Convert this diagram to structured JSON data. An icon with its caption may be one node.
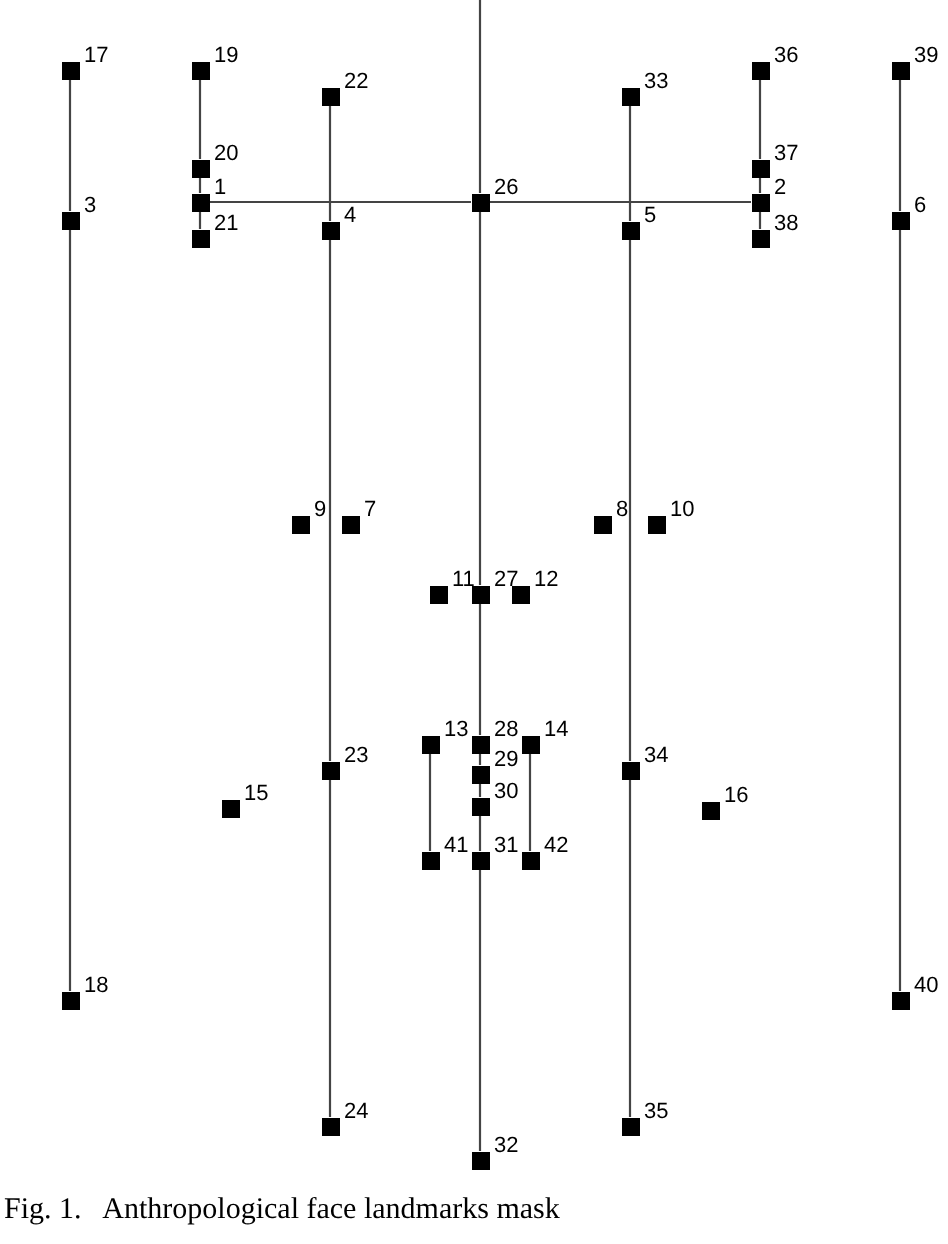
{
  "diagram": {
    "caption": "Fig. 1.   Anthropological face landmarks mask",
    "nodes": [
      {
        "text": [],
        "shape": "box",
        "beside": [
          "1"
        ]
      },
      {
        "text": [],
        "shape": "box",
        "beside": [
          "2"
        ]
      },
      {
        "text": [],
        "shape": "box",
        "beside": [
          "3"
        ]
      },
      {
        "text": [],
        "shape": "box",
        "beside": [
          "4"
        ]
      },
      {
        "text": [],
        "shape": "box",
        "beside": [
          "5"
        ]
      },
      {
        "text": [],
        "shape": "box",
        "beside": [
          "6"
        ]
      },
      {
        "text": [],
        "shape": "box",
        "beside": [
          "7"
        ]
      },
      {
        "text": [],
        "shape": "box",
        "beside": [
          "8"
        ]
      },
      {
        "text": [],
        "shape": "box",
        "beside": [
          "9"
        ]
      },
      {
        "text": [],
        "shape": "box",
        "beside": [
          "10"
        ]
      },
      {
        "text": [],
        "shape": "box",
        "beside": [
          "11"
        ]
      },
      {
        "text": [],
        "shape": "box",
        "beside": [
          "12"
        ]
      },
      {
        "text": [],
        "shape": "box",
        "beside": [
          "13"
        ]
      },
      {
        "text": [],
        "shape": "box",
        "beside": [
          "14"
        ]
      },
      {
        "text": [],
        "shape": "box",
        "beside": [
          "15"
        ]
      },
      {
        "text": [],
        "shape": "box",
        "beside": [
          "16"
        ]
      },
      {
        "text": [],
        "shape": "box",
        "beside": [
          "17"
        ]
      },
      {
        "text": [],
        "shape": "box",
        "beside": [
          "18"
        ]
      },
      {
        "text": [],
        "shape": "box",
        "beside": [
          "19"
        ]
      },
      {
        "text": [],
        "shape": "box",
        "beside": [
          "20"
        ]
      },
      {
        "text": [],
        "shape": "box",
        "beside": [
          "21"
        ]
      },
      {
        "text": [],
        "shape": "box",
        "beside": [
          "22"
        ]
      },
      {
        "text": [],
        "shape": "box",
        "beside": [
          "23"
        ]
      },
      {
        "text": [],
        "shape": "box",
        "beside": [
          "24"
        ]
      },
      {
        "text": [],
        "shape": "box",
        "beside": [
          "26"
        ]
      },
      {
        "text": [],
        "shape": "box",
        "beside": [
          "27"
        ]
      },
      {
        "text": [],
        "shape": "box",
        "beside": [
          "28"
        ]
      },
      {
        "text": [],
        "shape": "box",
        "beside": [
          "29"
        ]
      },
      {
        "text": [],
        "shape": "box",
        "beside": [
          "30"
        ]
      },
      {
        "text": [],
        "shape": "box",
        "beside": [
          "31"
        ]
      },
      {
        "text": [],
        "shape": "box",
        "beside": [
          "32"
        ]
      },
      {
        "text": [],
        "shape": "box",
        "beside": [
          "33"
        ]
      },
      {
        "text": [],
        "shape": "box",
        "beside": [
          "34"
        ]
      },
      {
        "text": [],
        "shape": "box",
        "beside": [
          "35"
        ]
      },
      {
        "text": [],
        "shape": "box",
        "beside": [
          "36"
        ]
      },
      {
        "text": [],
        "shape": "box",
        "beside": [
          "37"
        ]
      },
      {
        "text": [],
        "shape": "box",
        "beside": [
          "38"
        ]
      },
      {
        "text": [],
        "shape": "box",
        "beside": [
          "39"
        ]
      },
      {
        "text": [],
        "shape": "box",
        "beside": [
          "40"
        ]
      },
      {
        "text": [],
        "shape": "box",
        "beside": [
          "41"
        ]
      },
      {
        "text": [],
        "shape": "box",
        "beside": [
          "42"
        ]
      }
    ],
    "edges": [
      {
        "from": 16,
        "to": 2,
        "arrow": "none"
      },
      {
        "from": 2,
        "to": 17,
        "arrow": "none"
      },
      {
        "from": 18,
        "to": 19,
        "arrow": "none"
      },
      {
        "from": 19,
        "to": 0,
        "arrow": "none"
      },
      {
        "from": 0,
        "to": 20,
        "arrow": "none"
      },
      {
        "from": 21,
        "to": 3,
        "arrow": "none"
      },
      {
        "from": 3,
        "to": 22,
        "arrow": "none"
      },
      {
        "from": 22,
        "to": 23,
        "arrow": "none"
      },
      {
        "from": null,
        "to": 24,
        "arrow": "none"
      },
      {
        "from": 24,
        "to": 25,
        "arrow": "none"
      },
      {
        "from": 25,
        "to": 26,
        "arrow": "none"
      },
      {
        "from": 26,
        "to": 27,
        "arrow": "none"
      },
      {
        "from": 27,
        "to": 28,
        "arrow": "none"
      },
      {
        "from": 28,
        "to": 29,
        "arrow": "none"
      },
      {
        "from": 29,
        "to": 30,
        "arrow": "none"
      },
      {
        "from": 0,
        "to": 24,
        "arrow": "none"
      },
      {
        "from": 24,
        "to": 1,
        "arrow": "none"
      },
      {
        "from": 31,
        "to": 4,
        "arrow": "none"
      },
      {
        "from": 4,
        "to": 32,
        "arrow": "none"
      },
      {
        "from": 32,
        "to": 33,
        "arrow": "none"
      },
      {
        "from": 34,
        "to": 35,
        "arrow": "none"
      },
      {
        "from": 35,
        "to": 1,
        "arrow": "none"
      },
      {
        "from": 1,
        "to": 36,
        "arrow": "none"
      },
      {
        "from": 37,
        "to": 5,
        "arrow": "none"
      },
      {
        "from": 5,
        "to": 38,
        "arrow": "none"
      },
      {
        "from": 12,
        "to": 39,
        "arrow": "none"
      },
      {
        "from": 13,
        "to": 40,
        "arrow": "none"
      }
    ]
  }
}
